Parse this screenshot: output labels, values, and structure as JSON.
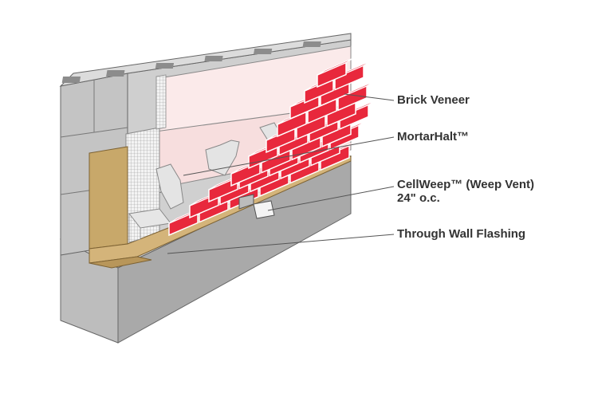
{
  "labels": {
    "brick_veneer": "Brick Veneer",
    "mortarhalt": "MortarHalt™",
    "cellweep_line1": "CellWeep™  (Weep Vent)",
    "cellweep_line2": "24\" o.c.",
    "flashing": "Through  Wall Flashing"
  },
  "colors": {
    "brick": "#e8283c",
    "concrete_block": "#c9c9c9",
    "foundation": "#b5b5b5",
    "insulation": "#fbeaea",
    "flashing": "#c8a86a",
    "mesh": "#e9e9e9",
    "leader_line": "#555555",
    "text": "#333333"
  }
}
